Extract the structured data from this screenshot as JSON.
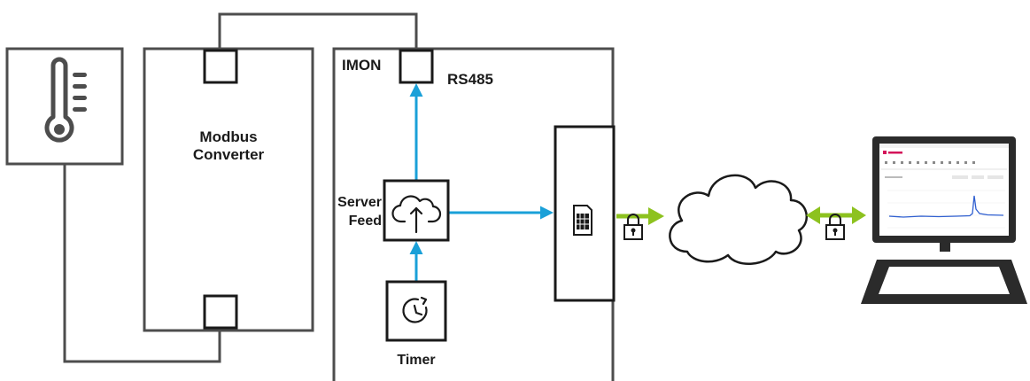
{
  "labels": {
    "modbus_line1": "Modbus",
    "modbus_line2": "Converter",
    "imon": "IMON",
    "rs485": "RS485",
    "server_line1": "Server",
    "server_line2": "Feed",
    "timer": "Timer"
  },
  "icons": {
    "sensor": "thermometer-icon",
    "server_feed": "cloud-upload-icon",
    "timer": "timer-icon",
    "sim": "sim-card-icon",
    "network": "cloud-icon",
    "lock": "padlock-icon",
    "computer": "laptop-icon"
  },
  "colors": {
    "line": "#4d4d4d",
    "data_flow": "#1aa0d8",
    "secure_link": "#8dc21f",
    "brand": "#d4145a",
    "chart_line": "#2f5fd0"
  }
}
